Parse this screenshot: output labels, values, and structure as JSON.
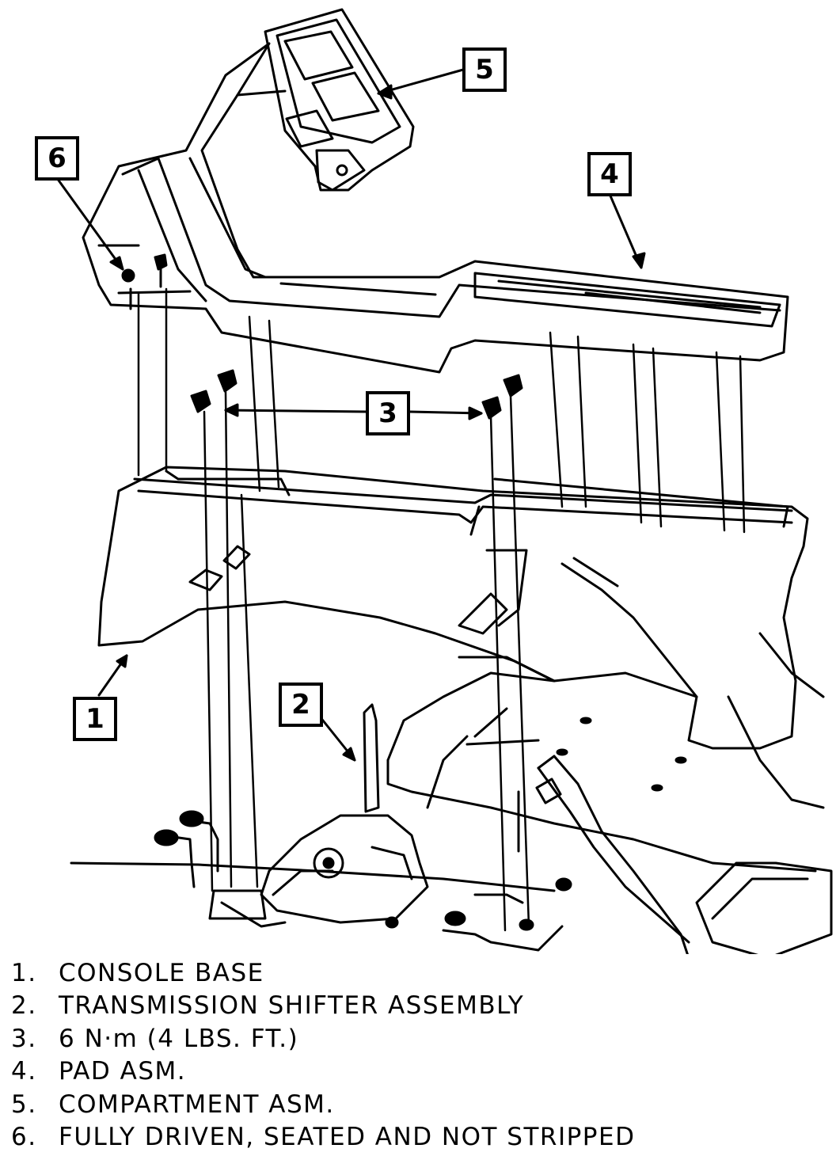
{
  "callouts": [
    {
      "id": "1",
      "label": "1"
    },
    {
      "id": "2",
      "label": "2"
    },
    {
      "id": "3",
      "label": "3"
    },
    {
      "id": "4",
      "label": "4"
    },
    {
      "id": "5",
      "label": "5"
    },
    {
      "id": "6",
      "label": "6"
    }
  ],
  "legend": [
    {
      "num": "1.",
      "text": "CONSOLE BASE"
    },
    {
      "num": "2.",
      "text": "TRANSMISSION SHIFTER ASSEMBLY"
    },
    {
      "num": "3.",
      "text": "6 N·m (4 LBS. FT.)"
    },
    {
      "num": "4.",
      "text": "PAD ASM."
    },
    {
      "num": "5.",
      "text": "COMPARTMENT ASM."
    },
    {
      "num": "6.",
      "text": "FULLY DRIVEN, SEATED AND NOT STRIPPED"
    }
  ]
}
